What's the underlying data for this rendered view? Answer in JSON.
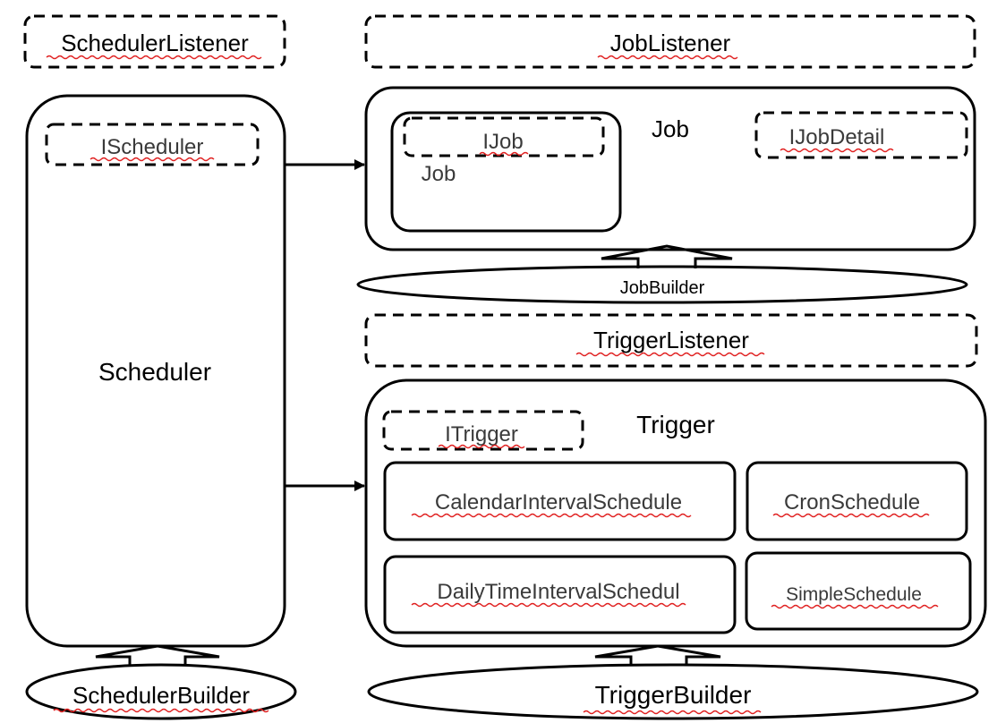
{
  "listeners": {
    "scheduler": "SchedulerListener",
    "job": "JobListener",
    "trigger": "TriggerListener"
  },
  "scheduler": {
    "label": "Scheduler",
    "interface": "IScheduler",
    "builder": "SchedulerBuilder"
  },
  "job": {
    "label": "Job",
    "inner_interface": "IJob",
    "inner_label": "Job",
    "detail_interface": "IJobDetail",
    "builder": "JobBuilder"
  },
  "trigger": {
    "label": "Trigger",
    "interface": "ITrigger",
    "builder": "TriggerBuilder",
    "schedules": {
      "calendar": "CalendarIntervalSchedule",
      "cron": "CronSchedule",
      "daily": "DailyTimeIntervalSchedul",
      "simple": "SimpleSchedule"
    }
  },
  "colors": {
    "stroke": "#000000",
    "text": "#000000",
    "text_dark": "#3a3a3a",
    "spellcheck_underline": "#e02020"
  }
}
